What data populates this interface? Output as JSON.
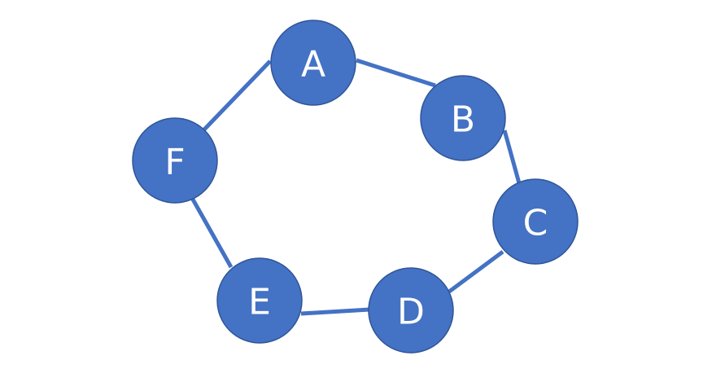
{
  "graph": {
    "nodes": [
      {
        "id": "A",
        "label": "A"
      },
      {
        "id": "B",
        "label": "B"
      },
      {
        "id": "C",
        "label": "C"
      },
      {
        "id": "D",
        "label": "D"
      },
      {
        "id": "E",
        "label": "E"
      },
      {
        "id": "F",
        "label": "F"
      }
    ],
    "edges": [
      {
        "from": "A",
        "to": "B"
      },
      {
        "from": "B",
        "to": "C"
      },
      {
        "from": "C",
        "to": "D"
      },
      {
        "from": "D",
        "to": "E"
      },
      {
        "from": "E",
        "to": "F"
      },
      {
        "from": "F",
        "to": "A"
      }
    ]
  },
  "colors": {
    "node_fill": "#4472C4",
    "node_border": "#2F5597",
    "edge": "#4472C4",
    "label": "#FFFFFF"
  }
}
